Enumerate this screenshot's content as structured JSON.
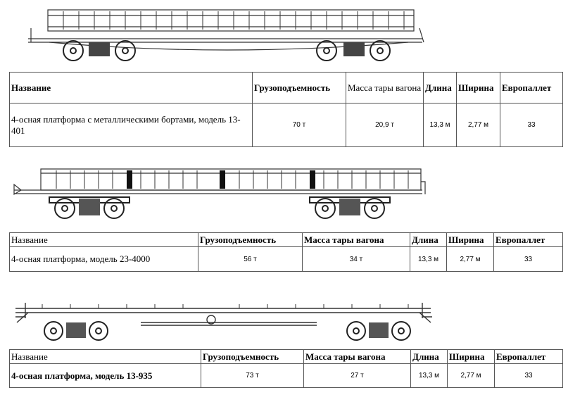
{
  "sections": [
    {
      "headers": {
        "name": "Название",
        "capacity": "Грузоподъемность",
        "tare": "Масса тары вагона",
        "length": "Длина",
        "width": "Ширина",
        "pallets": "Европаллет"
      },
      "row": {
        "name": "4-осная платформа с металлическими бортами, модель 13-401",
        "capacity": "70 т",
        "tare": "20,9 т",
        "length": "13,3 м",
        "width": "2,77 м",
        "pallets": "33"
      }
    },
    {
      "headers": {
        "name": "Название",
        "capacity": "Грузоподъемность",
        "tare": "Масса тары вагона",
        "length": "Длина",
        "width": "Ширина",
        "pallets": "Европаллет"
      },
      "row": {
        "name": "4-осная платформа, модель 23-4000",
        "capacity": "56 т",
        "tare": "34 т",
        "length": "13,3 м",
        "width": "2,77 м",
        "pallets": "33"
      }
    },
    {
      "headers": {
        "name": "Название",
        "capacity": "Грузоподъемность",
        "tare": "Масса тары вагона",
        "length": "Длина",
        "width": "Ширина",
        "pallets": "Европаллет"
      },
      "row": {
        "name": "4-осная платформа, модель 13-935",
        "capacity": "73 т",
        "tare": "27 т",
        "length": "13,3 м",
        "width": "2,77 м",
        "pallets": "33"
      }
    }
  ]
}
